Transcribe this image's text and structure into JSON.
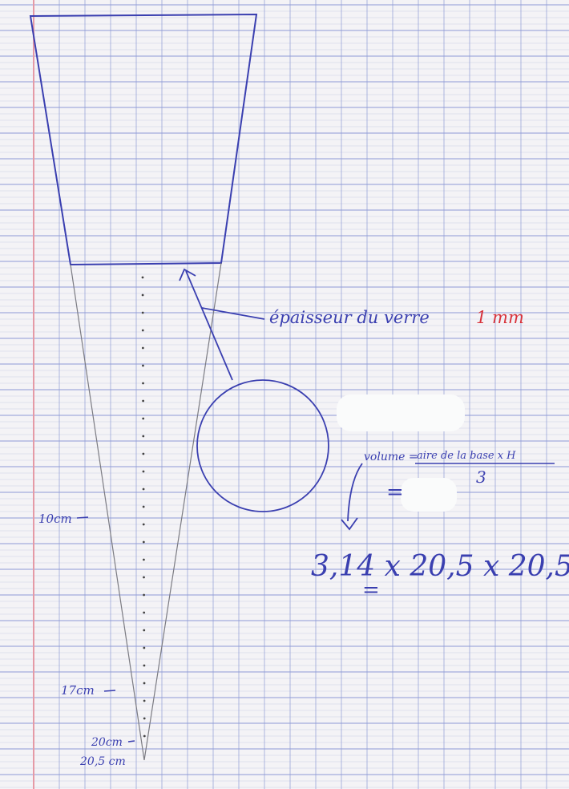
{
  "colors": {
    "paper": "#f4f3f6",
    "grid_minor": "#c9cde3",
    "grid_major": "#8e9ad6",
    "margin_line": "#e59aa6",
    "ink_blue": "#3a3fb0",
    "ink_pencil": "#7b7b82",
    "ink_red": "#d8323a",
    "background": "#ffffff",
    "correction": "#fafbfb"
  },
  "annotations": {
    "epaisseur_text": "épaisseur du verre",
    "epaisseur_value": "1 mm",
    "formula_lhs": "volume =",
    "formula_numerator": "aire de la base x H",
    "formula_denominator": "3",
    "formula_equals": "=",
    "computation": "3,14 x 20,5 x 20,5",
    "computation_equals": "=",
    "checkmark": "✓"
  },
  "measures": {
    "m10": "10cm",
    "m17": "17cm",
    "m20": "20cm",
    "m205": "20,5 cm"
  },
  "icons": {
    "arrow": "arrow-icon",
    "check": "check-icon"
  }
}
